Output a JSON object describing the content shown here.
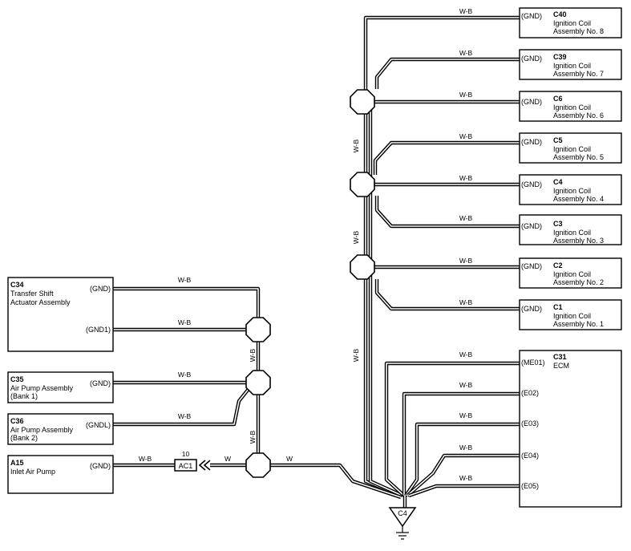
{
  "wire_color_wb": "W-B",
  "wire_color_w": "W",
  "ground_connector": "C4",
  "junction": {
    "number": "10",
    "label": "AC1"
  },
  "components": [
    {
      "code": "C40",
      "name": [
        "Ignition Coil",
        "Assembly No. 8"
      ],
      "pin": "(GND)"
    },
    {
      "code": "C39",
      "name": [
        "Ignition Coil",
        "Assembly No. 7"
      ],
      "pin": "(GND)"
    },
    {
      "code": "C6",
      "name": [
        "Ignition Coil",
        "Assembly No. 6"
      ],
      "pin": "(GND)"
    },
    {
      "code": "C5",
      "name": [
        "Ignition Coil",
        "Assembly No. 5"
      ],
      "pin": "(GND)"
    },
    {
      "code": "C4",
      "name": [
        "Ignition Coil",
        "Assembly No. 4"
      ],
      "pin": "(GND)"
    },
    {
      "code": "C3",
      "name": [
        "Ignition Coil",
        "Assembly No. 3"
      ],
      "pin": "(GND)"
    },
    {
      "code": "C2",
      "name": [
        "Ignition Coil",
        "Assembly No. 2"
      ],
      "pin": "(GND)"
    },
    {
      "code": "C1",
      "name": [
        "Ignition Coil",
        "Assembly No. 1"
      ],
      "pin": "(GND)"
    },
    {
      "code": "C31",
      "name": [
        "ECM"
      ],
      "pins": [
        "(ME01)",
        "(E02)",
        "(E03)",
        "(E04)",
        "(E05)"
      ]
    },
    {
      "code": "C34",
      "name": [
        "Transfer Shift",
        "Actuator Assembly"
      ],
      "pins": [
        "(GND)",
        "(GND1)"
      ]
    },
    {
      "code": "C35",
      "name": [
        "Air Pump Assembly",
        "(Bank 1)"
      ],
      "pin": "(GND)"
    },
    {
      "code": "C36",
      "name": [
        "Air Pump Assembly",
        "(Bank 2)"
      ],
      "pin": "(GNDL)"
    },
    {
      "code": "A15",
      "name": [
        "Inlet Air Pump"
      ],
      "pin": "(GND)"
    }
  ]
}
